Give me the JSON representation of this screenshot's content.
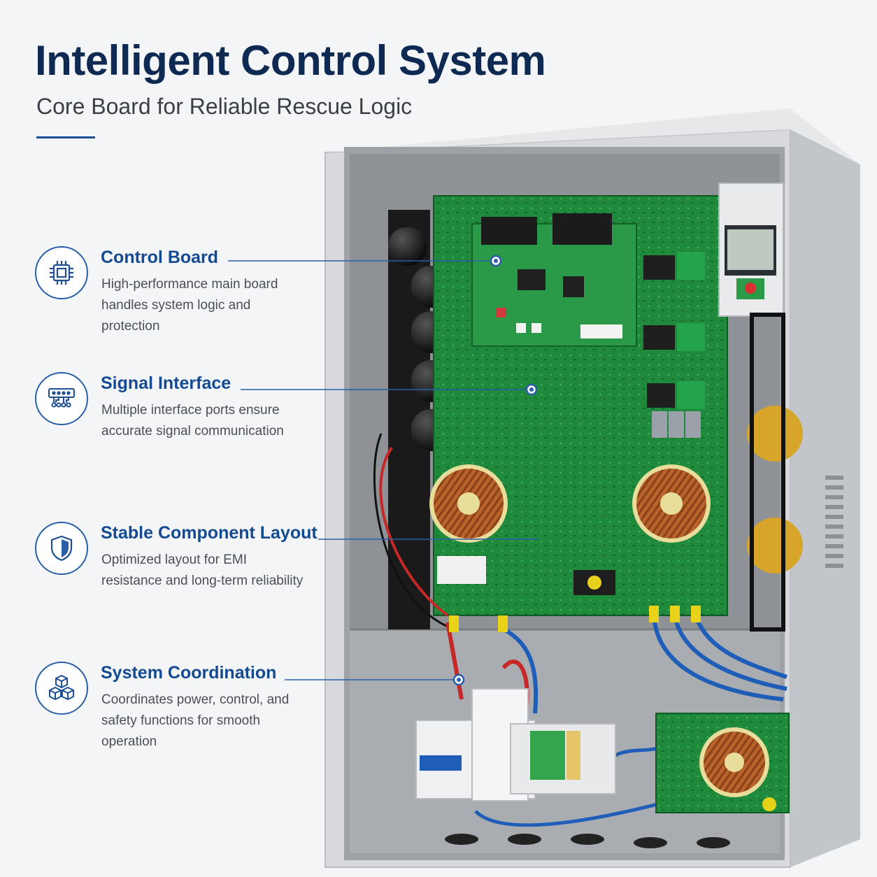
{
  "header": {
    "title": "Intelligent Control System",
    "subtitle": "Core Board for Reliable Rescue Logic"
  },
  "features": [
    {
      "icon": "chip-icon",
      "heading": "Control Board",
      "description": "High-performance main board handles system logic and protection"
    },
    {
      "icon": "interface-icon",
      "heading": "Signal Interface",
      "description": "Multiple interface ports ensure accurate signal communication"
    },
    {
      "icon": "shield-icon",
      "heading": "Stable Component Layout",
      "description": "Optimized layout for EMI resistance and long-term reliability"
    },
    {
      "icon": "cubes-icon",
      "heading": "System Coordination",
      "description": "Coordinates power, control, and safety functions for smooth operation"
    }
  ],
  "colors": {
    "title": "#0f2a52",
    "accent": "#134a92",
    "pcb_green": "#1f8a3c",
    "cabinet_gray": "#d7d9dc"
  }
}
